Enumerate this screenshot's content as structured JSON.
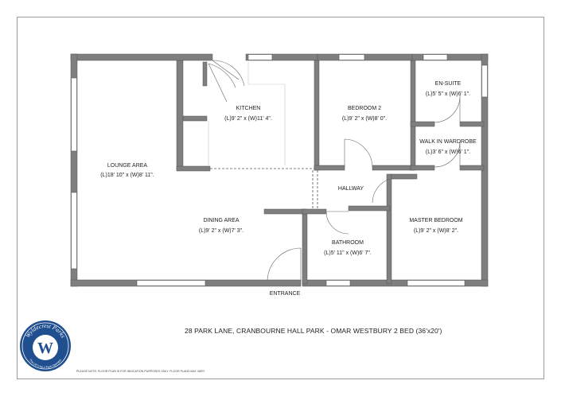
{
  "rooms": [
    {
      "name": "KITCHEN",
      "dims": "(L)9' 2\" x (W)11' 4\"."
    },
    {
      "name": "BEDROOM 2",
      "dims": "(L)9' 2\" x (W)8' 0\"."
    },
    {
      "name": "EN-SUITE",
      "dims": "(L)5' 5\" x (W)6' 1\"."
    },
    {
      "name": "WALK IN WARDROBE",
      "dims": "(L)3' 6\" x (W)6' 1\"."
    },
    {
      "name": "LOUNGE AREA",
      "dims": "(L)18' 10\" x (W)8' 11\"."
    },
    {
      "name": "HALLWAY",
      "dims": ""
    },
    {
      "name": "DINING AREA",
      "dims": "(L)9' 2\" x (W)7' 3\"."
    },
    {
      "name": "MASTER BEDROOM",
      "dims": "(L)9' 2\" x (W)8' 2\"."
    },
    {
      "name": "BATHROOM",
      "dims": "(L)5' 11\" x (W)6' 7\"."
    }
  ],
  "entrance_label": "ENTRANCE",
  "caption": "28 PARK LANE, CRANBOURNE HALL PARK - OMAR WESTBURY 2 BED (36'x20')",
  "disclaimer": "PLEASE NOTE: FLOOR PLAN IS FOR INDICATION PURPOSES ONLY. FLOOR PLANS MAY VARY",
  "logo": {
    "title": "Wyldecrest Parks",
    "letter": "W",
    "tagline": "The UK's No.1 Park Operator",
    "color": "#1f4f8f"
  },
  "colors": {
    "wall": "#7f7f7f",
    "line": "#555555",
    "frame": "#9a9a9a"
  }
}
